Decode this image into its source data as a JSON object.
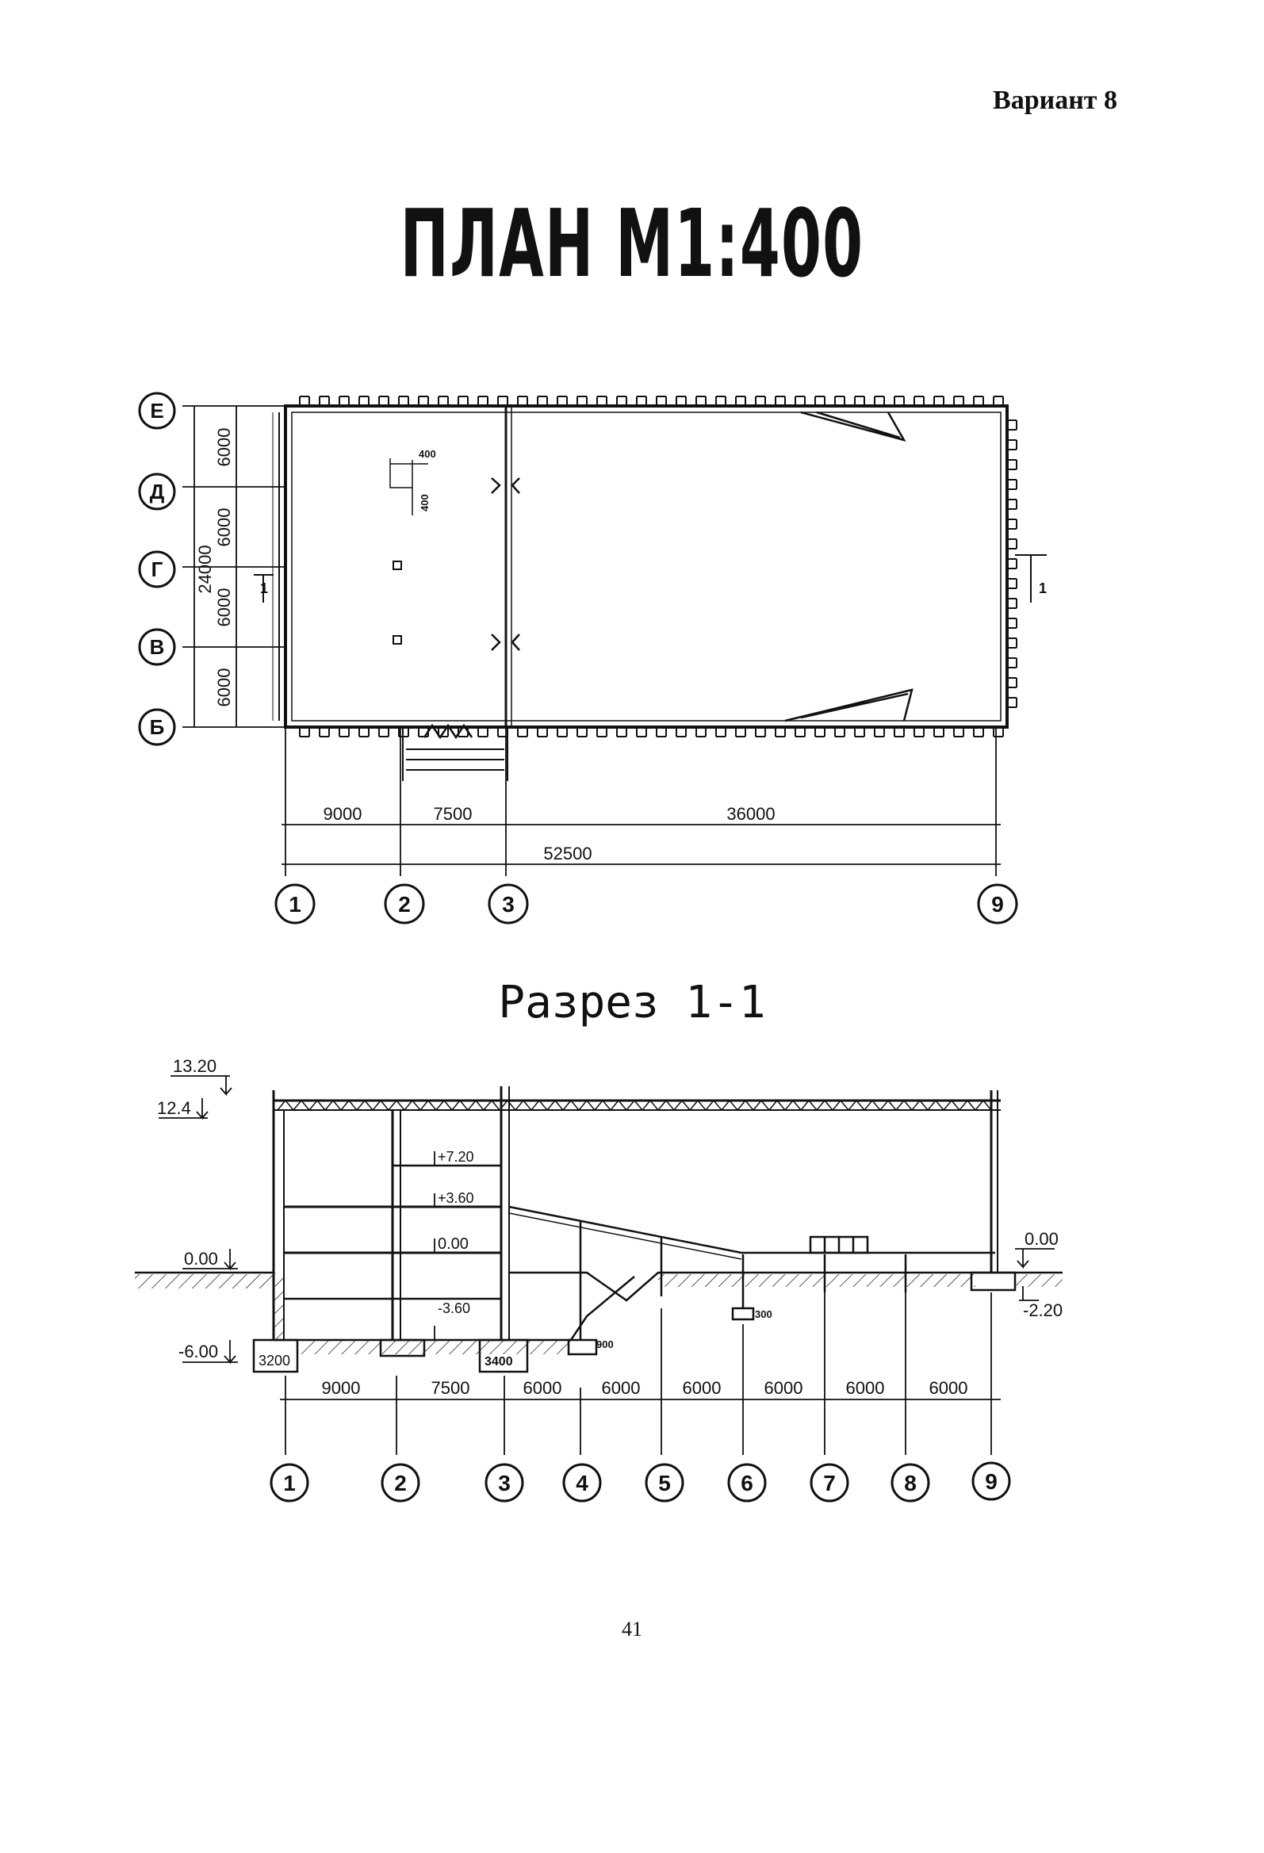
{
  "header": {
    "variant": "Вариант 8"
  },
  "plan": {
    "title": "ПЛАН М1:400",
    "row_axes": [
      "Е",
      "Д",
      "Г",
      "В",
      "Б"
    ],
    "row_spans": [
      "6000",
      "6000",
      "6000",
      "6000"
    ],
    "overall_width": "24000",
    "column_axes": [
      "1",
      "2",
      "3",
      "9"
    ],
    "column_spans": [
      "9000",
      "7500",
      "36000"
    ],
    "overall_length": "52500",
    "column_dims": [
      "400",
      "400"
    ],
    "cut_mark": "1"
  },
  "section": {
    "title": "Разрез 1-1",
    "elevations_left": [
      "13.20",
      "12.4",
      "0.00",
      "-6.00"
    ],
    "elevations_inner": [
      "+7.20",
      "+3.60",
      "0.00",
      "-3.60"
    ],
    "elevations_right": [
      "0.00",
      "-2.20"
    ],
    "footing_labels": [
      "3200",
      "3400",
      "900",
      "300"
    ],
    "column_spans": [
      "9000",
      "7500",
      "6000",
      "6000",
      "6000",
      "6000",
      "6000",
      "6000"
    ],
    "column_axes": [
      "1",
      "2",
      "3",
      "4",
      "5",
      "6",
      "7",
      "8",
      "9"
    ]
  },
  "footer": {
    "page": "41"
  }
}
